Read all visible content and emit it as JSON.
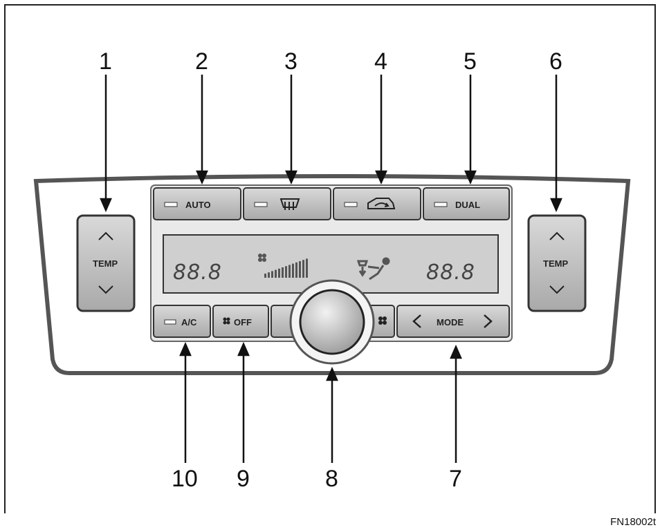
{
  "callouts": [
    "1",
    "2",
    "3",
    "4",
    "5",
    "6",
    "7",
    "8",
    "9",
    "10"
  ],
  "buttons": {
    "auto": "AUTO",
    "dual": "DUAL",
    "ac": "A/C",
    "fan_off": "OFF",
    "mode": "MODE",
    "temp_left": "TEMP",
    "temp_right": "TEMP"
  },
  "display": {
    "left_temp": "88.8",
    "right_temp": "88.8"
  },
  "icons": [
    "defroster-icon",
    "recirculation-icon",
    "fan-icon",
    "airflow-mode-icon",
    "chevron-up-icon",
    "chevron-down-icon",
    "chevron-left-icon",
    "chevron-right-icon"
  ],
  "figure_code": "FN18002t"
}
